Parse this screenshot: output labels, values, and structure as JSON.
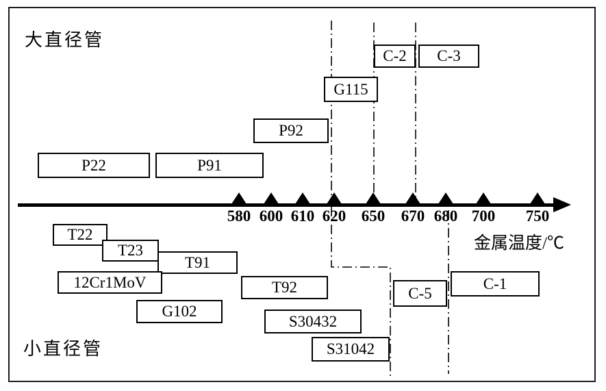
{
  "axis": {
    "label": "金属温度/℃",
    "ticks": [
      "580",
      "600",
      "610",
      "620",
      "650",
      "670",
      "680",
      "700",
      "750"
    ]
  },
  "groups": {
    "large_diameter": {
      "title": "大直径管",
      "materials": [
        "P22",
        "P91",
        "P92",
        "G115",
        "C-2",
        "C-3"
      ]
    },
    "small_diameter": {
      "title": "小直径管",
      "materials": [
        "T22",
        "T23",
        "T91",
        "12Cr1MoV",
        "T92",
        "G102",
        "S30432",
        "S31042",
        "C-5",
        "C-1"
      ]
    }
  }
}
